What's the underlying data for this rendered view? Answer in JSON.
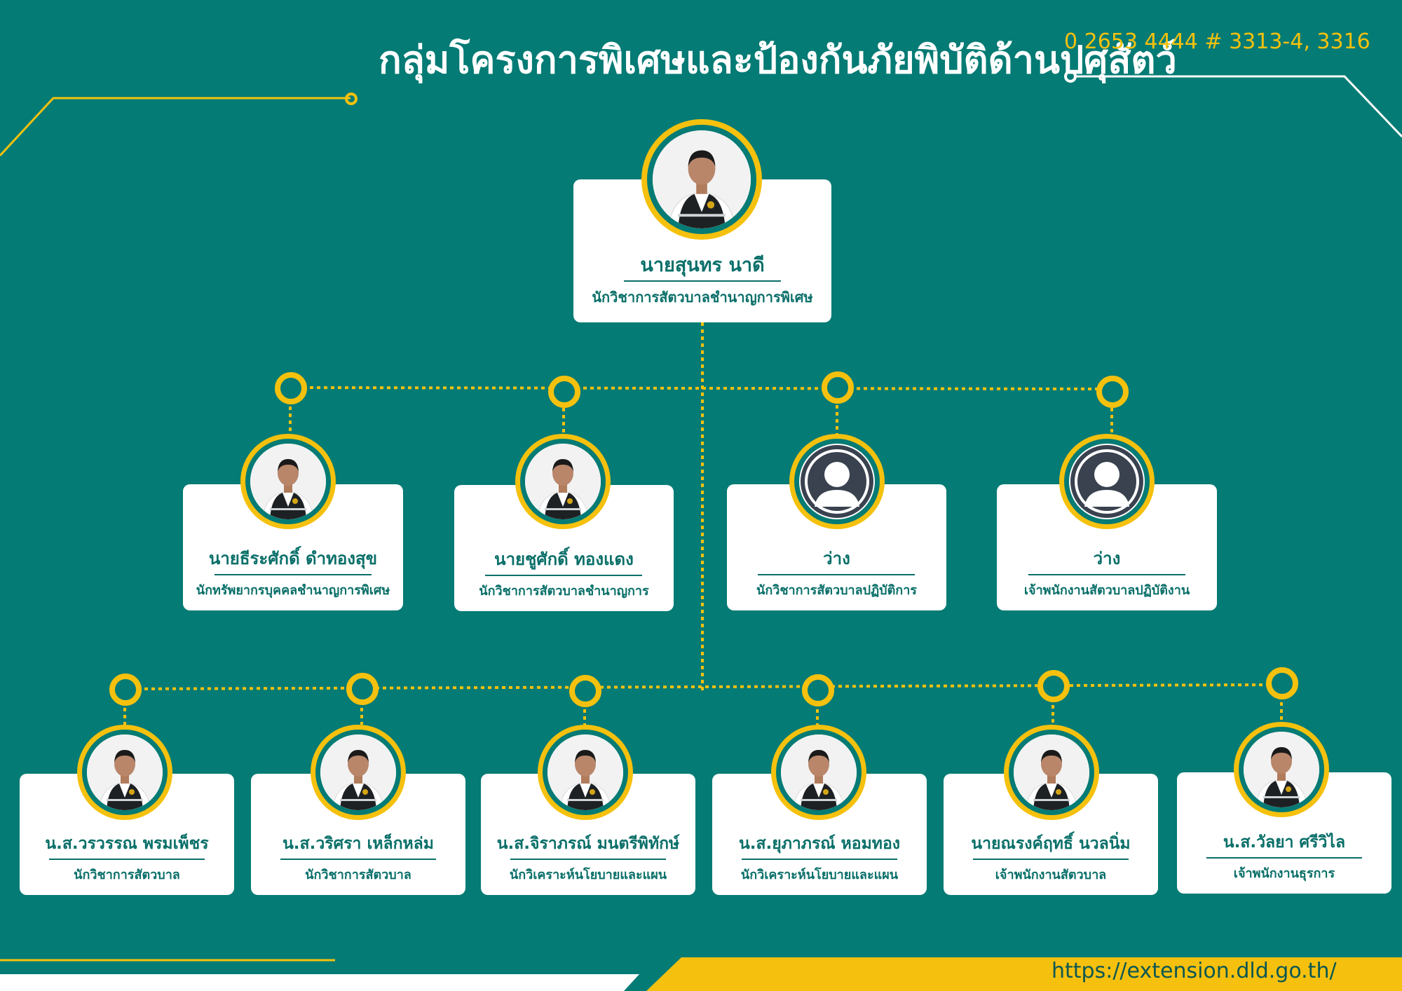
{
  "header": {
    "title": "กลุ่มโครงการพิเศษและป้องกันภัยพิบัติด้านปศุสัตว์",
    "phone": "0 2653 4444 # 3313-4, 3316"
  },
  "footer": {
    "url": "https://extension.dld.go.th/"
  },
  "colors": {
    "background": "#047b74",
    "accent": "#f5c10e",
    "card": "#ffffff",
    "text": "#0a6f69"
  },
  "chief": {
    "name": "นายสุนทร นาดี",
    "role": "นักวิชาการสัตวบาลชำนาญการพิเศษ",
    "photo": "person-photo"
  },
  "level2": [
    {
      "name": "นายธีระศักดิ์ ดำทองสุข",
      "role": "นักทรัพยากรบุคคลชำนาญการพิเศษ",
      "photo": "person-photo"
    },
    {
      "name": "นายชูศักดิ์ ทองแดง",
      "role": "นักวิชาการสัตวบาลชำนาญการ",
      "photo": "person-photo"
    },
    {
      "name": "ว่าง",
      "role": "นักวิชาการสัตวบาลปฏิบัติการ",
      "photo": "placeholder-person-icon"
    },
    {
      "name": "ว่าง",
      "role": "เจ้าพนักงานสัตวบาลปฏิบัติงาน",
      "photo": "placeholder-person-icon"
    }
  ],
  "level3": [
    {
      "name": "น.ส.วรวรรณ พรมเพ็ชร",
      "role": "นักวิชาการสัตวบาล",
      "photo": "person-photo"
    },
    {
      "name": "น.ส.วริศรา เหล็กหล่ม",
      "role": "นักวิชาการสัตวบาล",
      "photo": "person-photo"
    },
    {
      "name": "น.ส.จิราภรณ์ มนตรีพิทักษ์",
      "role": "นักวิเคราะห์นโยบายและแผน",
      "photo": "person-photo"
    },
    {
      "name": "น.ส.ยุภาภรณ์ หอมทอง",
      "role": "นักวิเคราะห์นโยบายและแผน",
      "photo": "person-photo"
    },
    {
      "name": "นายณรงค์ฤทธิ์ นวลนิ่ม",
      "role": "เจ้าพนักงานสัตวบาล",
      "photo": "person-photo"
    },
    {
      "name": "น.ส.วัลยา ศรีวิไล",
      "role": "เจ้าพนักงานธุรการ",
      "photo": "person-photo"
    }
  ]
}
